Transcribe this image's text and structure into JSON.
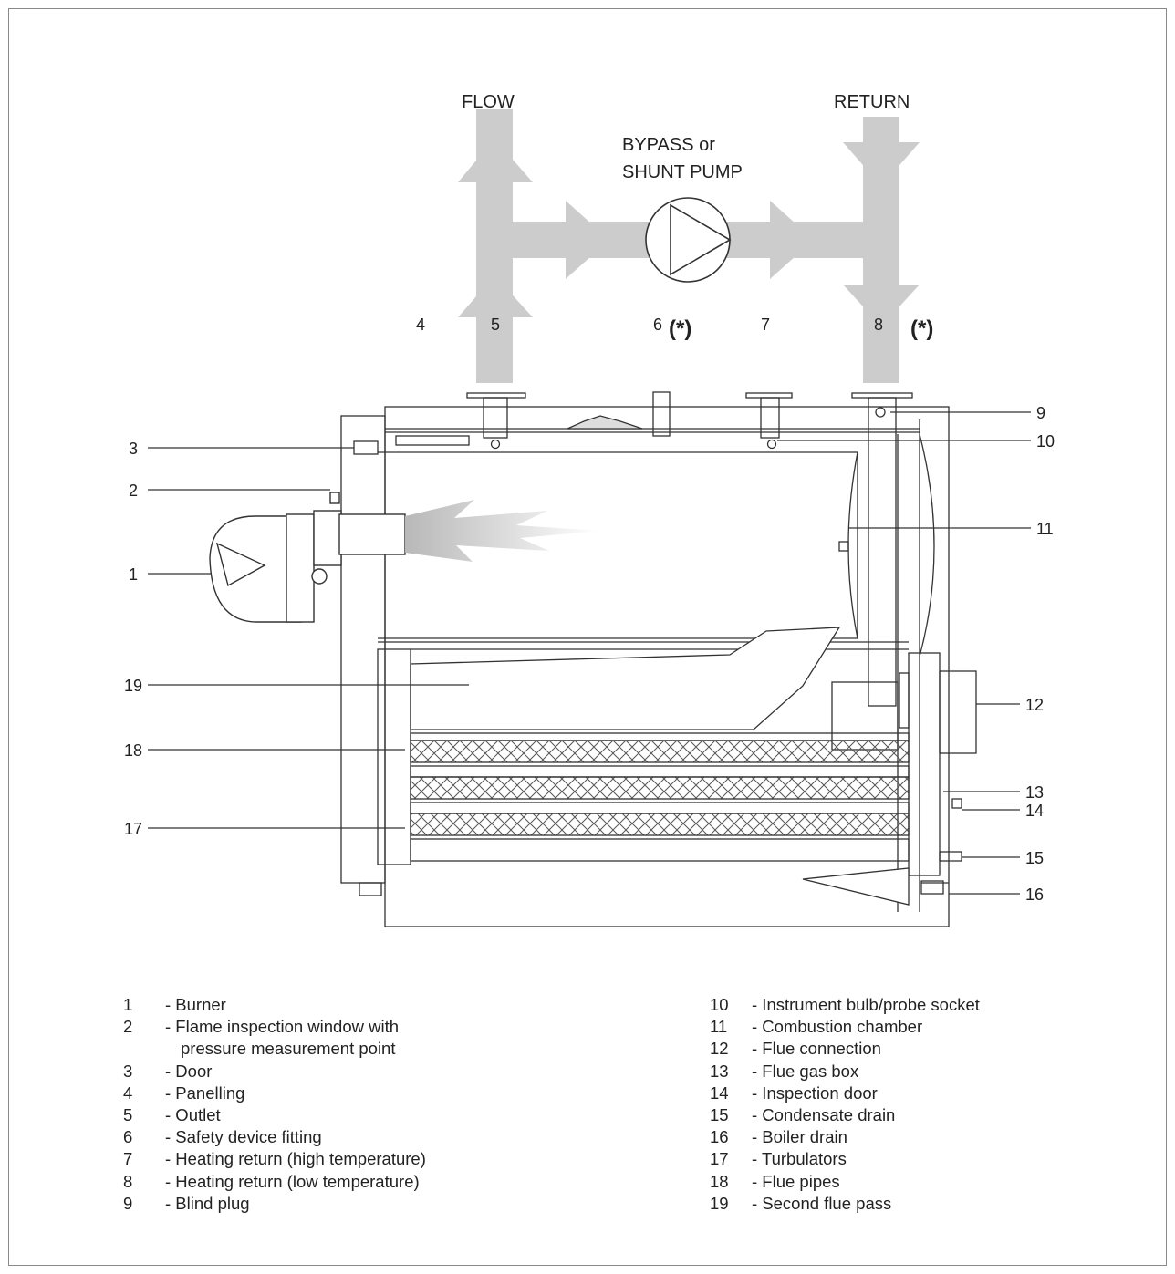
{
  "diagram": {
    "flow_label": "FLOW",
    "return_label": "RETURN",
    "pump_label_line1": "BYPASS or",
    "pump_label_line2": "SHUNT PUMP",
    "star_note": "(*)",
    "callouts": [
      "1",
      "2",
      "3",
      "4",
      "5",
      "6",
      "7",
      "8",
      "9",
      "10",
      "11",
      "12",
      "13",
      "14",
      "15",
      "16",
      "17",
      "18",
      "19"
    ],
    "colors": {
      "pipe_gray": "#cccccc",
      "line": "#333333"
    }
  },
  "legend": {
    "left": [
      {
        "key": "1",
        "text": "- Burner"
      },
      {
        "key": "2",
        "text": "- Flame inspection window with",
        "cont": "pressure measurement point"
      },
      {
        "key": "3",
        "text": "- Door"
      },
      {
        "key": "4",
        "text": "- Panelling"
      },
      {
        "key": "5",
        "text": "- Outlet"
      },
      {
        "key": "6",
        "text": "- Safety device fitting"
      },
      {
        "key": "7",
        "text": "- Heating return (high temperature)"
      },
      {
        "key": "8",
        "text": "- Heating return (low temperature)"
      },
      {
        "key": "9",
        "text": "- Blind plug"
      }
    ],
    "right": [
      {
        "key": "10",
        "text": "- Instrument bulb/probe socket"
      },
      {
        "key": "11",
        "text": "- Combustion chamber"
      },
      {
        "key": "12",
        "text": "- Flue connection"
      },
      {
        "key": "13",
        "text": "- Flue gas box"
      },
      {
        "key": "14",
        "text": "- Inspection door"
      },
      {
        "key": "15",
        "text": "- Condensate drain"
      },
      {
        "key": "16",
        "text": "- Boiler drain"
      },
      {
        "key": "17",
        "text": "- Turbulators"
      },
      {
        "key": "18",
        "text": "- Flue pipes"
      },
      {
        "key": "19",
        "text": "- Second flue pass"
      }
    ]
  }
}
